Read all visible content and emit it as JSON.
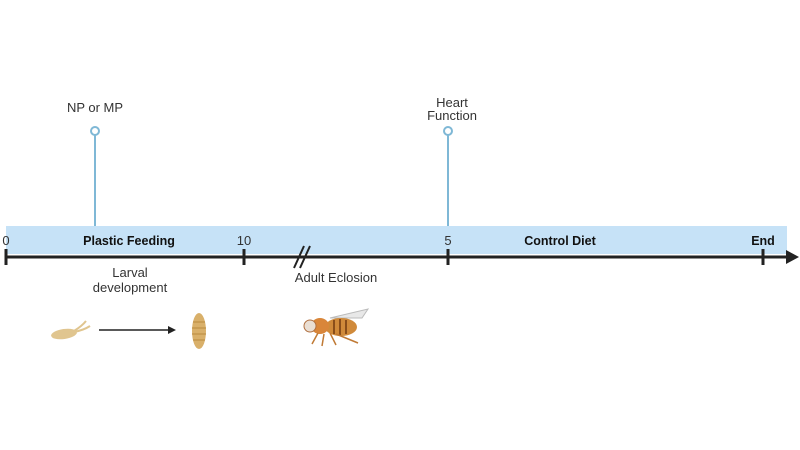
{
  "markers": [
    {
      "label": "NP or MP"
    },
    {
      "label_lines": [
        "Heart",
        "Function"
      ]
    }
  ],
  "timeline": {
    "ticks": [
      "0",
      "10",
      "5",
      "End"
    ],
    "phases": [
      "Plastic Feeding",
      "Control Diet"
    ],
    "break_label": "Adult Eclosion",
    "below_label_lines": [
      "Larval",
      "development"
    ]
  },
  "colors": {
    "band": "#c6e2f7",
    "pin": "#7fb8d6",
    "axis": "#222222",
    "fly": "#d08a3a",
    "larva": "#d9b06a"
  }
}
